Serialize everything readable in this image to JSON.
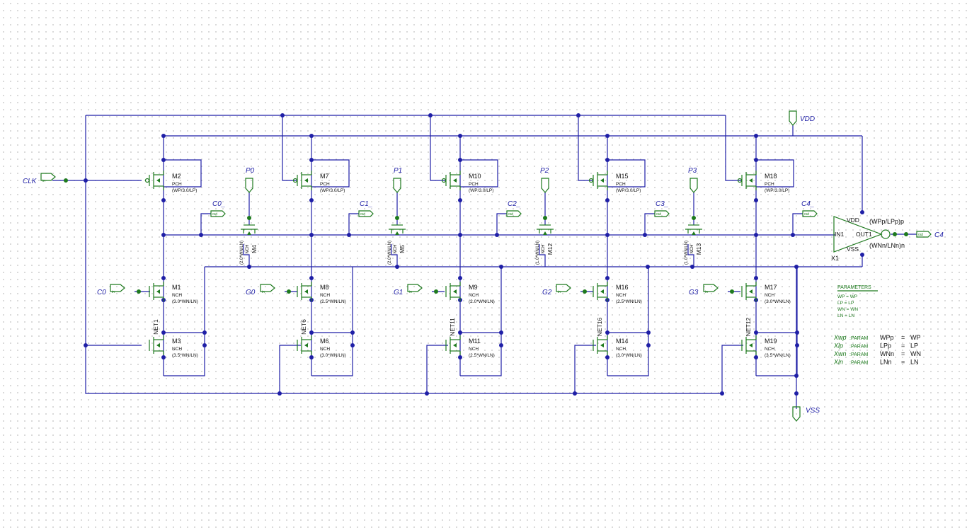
{
  "colors": {
    "wire": "#1f1fa6",
    "symbol": "#1e7a1e",
    "text": "#111111"
  },
  "ports": {
    "clk": "CLK",
    "vdd": "VDD",
    "vss": "VSS",
    "c0": "C0",
    "c4": "C4",
    "g": [
      "G0",
      "G1",
      "G2",
      "G3"
    ],
    "p": [
      "P0",
      "P1",
      "P2",
      "P3"
    ],
    "c_bar": [
      "C0_",
      "C1_",
      "C2_",
      "C3_",
      "C4_"
    ],
    "out_tag": "out",
    "in_tag": "in"
  },
  "pmos": [
    {
      "name": "M2",
      "model": "PCH",
      "size": "(WP/3.0/LP)"
    },
    {
      "name": "M7",
      "model": "PCH",
      "size": "(WP/3.0/LP)"
    },
    {
      "name": "M10",
      "model": "PCH",
      "size": "(WP/3.0/LP)"
    },
    {
      "name": "M15",
      "model": "PCH",
      "size": "(WP/3.0/LP)"
    },
    {
      "name": "M18",
      "model": "PCH",
      "size": "(WP/3.0/LP)"
    }
  ],
  "pass": [
    {
      "name": "M4",
      "model": "NCH",
      "size": "(2.0*WN/LN)"
    },
    {
      "name": "M5",
      "model": "NCH",
      "size": "(2.0*WN/LN)"
    },
    {
      "name": "M12",
      "model": "NCH",
      "size": "(1.0*WN/LN)"
    },
    {
      "name": "M13",
      "model": "NCH",
      "size": "(1.0*WN/LN)"
    }
  ],
  "nmos_top": [
    {
      "name": "M1",
      "model": "NCH",
      "size": "(3.0*WN/LN)"
    },
    {
      "name": "M8",
      "model": "NCH",
      "size": "(2.5*WN/LN)"
    },
    {
      "name": "M9",
      "model": "NCH",
      "size": "(2.0*WN/LN)"
    },
    {
      "name": "M16",
      "model": "NCH",
      "size": "(2.5*WN/LN)"
    },
    {
      "name": "M17",
      "model": "NCH",
      "size": "(3.0*WN/LN)"
    }
  ],
  "nmos_bot": [
    {
      "name": "M3",
      "model": "NCH",
      "size": "(3.5*WN/LN)"
    },
    {
      "name": "M6",
      "model": "NCH",
      "size": "(3.0*WN/LN)"
    },
    {
      "name": "M11",
      "model": "NCH",
      "size": "(2.5*WN/LN)"
    },
    {
      "name": "M14",
      "model": "NCH",
      "size": "(3.0*WN/LN)"
    },
    {
      "name": "M19",
      "model": "NCH",
      "size": "(3.5*WN/LN)"
    }
  ],
  "nets": [
    "NET1",
    "NET6",
    "NET11",
    "NET16",
    "NET12"
  ],
  "inverter": {
    "name": "X1",
    "vdd": "VDD",
    "vss": "VSS",
    "in": "IN1",
    "out": "OUT1",
    "p_size": "(WPp/LPp)p",
    "n_size": "(WNn/LNn)n"
  },
  "parameters": {
    "title": "PARAMETERS",
    "lines": [
      "WP = WP",
      "LP = LP",
      "WN = WN",
      "LN = LN"
    ]
  },
  "params": [
    {
      "name": "Xwp",
      "type": ":PARAM",
      "key": "WPp",
      "eq": "=",
      "value": "WP"
    },
    {
      "name": "Xlp",
      "type": ":PARAM",
      "key": "LPp",
      "eq": "=",
      "value": "LP"
    },
    {
      "name": "Xwn",
      "type": ":PARAM",
      "key": "WNn",
      "eq": "=",
      "value": "WN"
    },
    {
      "name": "Xln",
      "type": ":PARAM",
      "key": "LNn",
      "eq": "=",
      "value": "LN"
    }
  ]
}
